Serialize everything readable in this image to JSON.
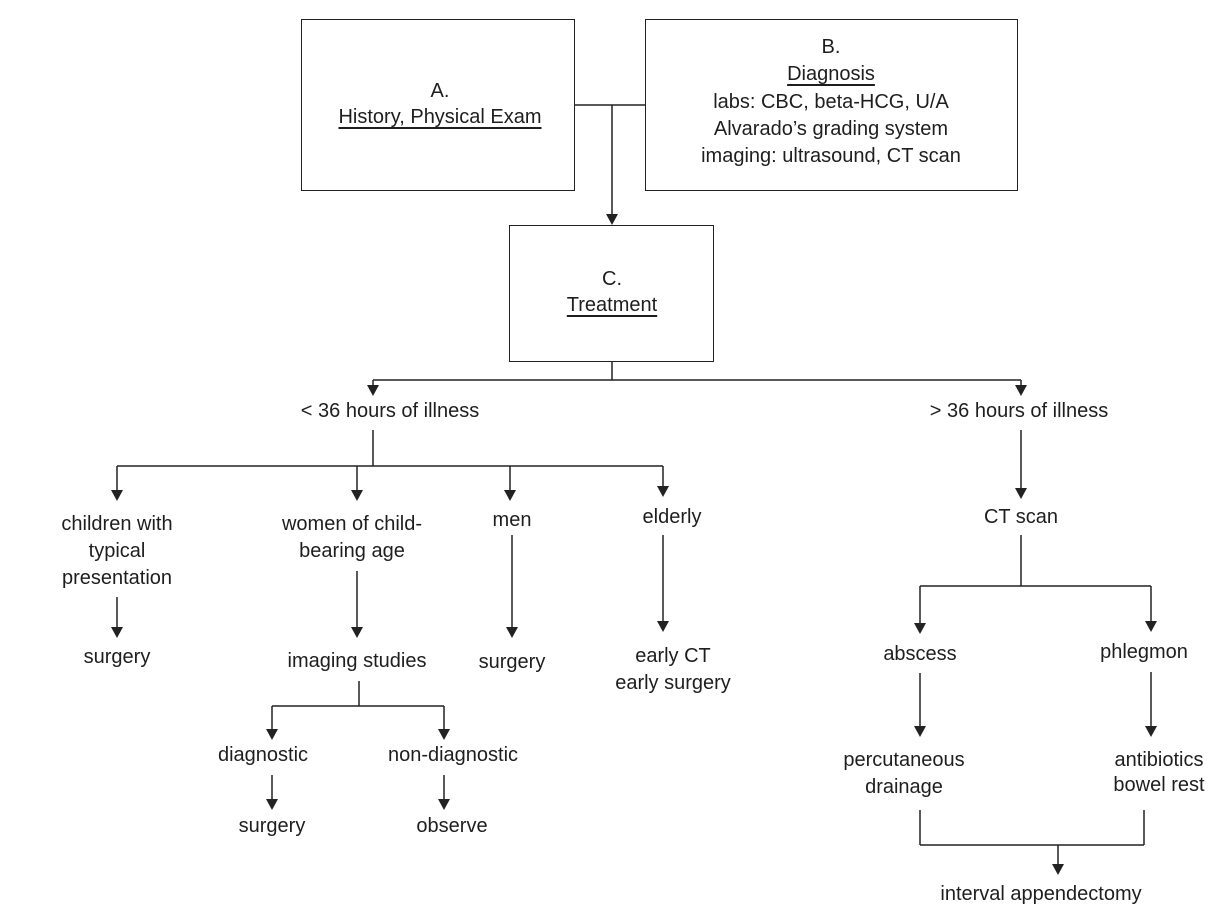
{
  "box_a": {
    "letter": "A.",
    "title": "History, Physical Exam"
  },
  "box_b": {
    "letter": "B.",
    "title": "Diagnosis",
    "lines": [
      "labs: CBC, beta-HCG, U/A",
      "Alvarado’s grading system",
      "imaging: ultrasound, CT scan"
    ]
  },
  "box_c": {
    "letter": "C.",
    "title": "Treatment"
  },
  "early": {
    "label": "< 36 hours of illness",
    "children": {
      "lines": [
        "children with",
        "typical",
        "presentation"
      ],
      "outcome": "surgery"
    },
    "women": {
      "lines": [
        "women of child-",
        "bearing age"
      ],
      "next": "imaging studies",
      "diagnostic": "diagnostic",
      "diagnostic_outcome": "surgery",
      "nondiagnostic": "non-diagnostic",
      "nondiagnostic_outcome": "observe"
    },
    "men": {
      "label": "men",
      "outcome": "surgery"
    },
    "elderly": {
      "label": "elderly",
      "outcome": [
        "early CT",
        "early surgery"
      ]
    }
  },
  "late": {
    "label": "> 36 hours of illness",
    "ct": "CT scan",
    "abscess": {
      "label": "abscess",
      "outcome": [
        "percutaneous",
        "drainage"
      ]
    },
    "phlegmon": {
      "label": "phlegmon",
      "outcome": [
        "antibiotics",
        "bowel rest"
      ]
    },
    "final": "interval appendectomy"
  }
}
